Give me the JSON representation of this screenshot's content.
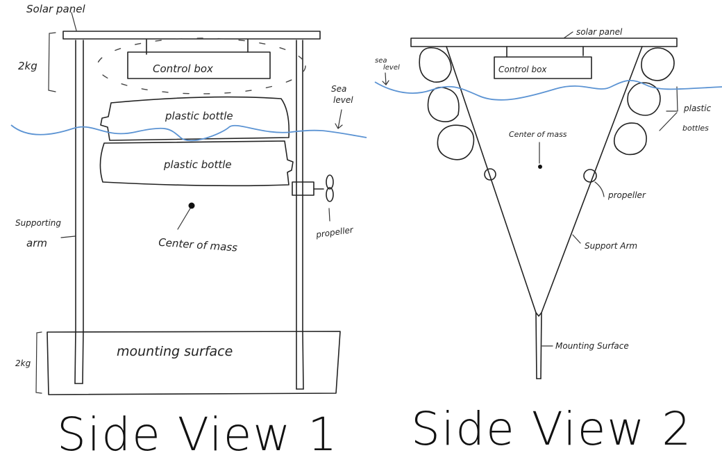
{
  "colors": {
    "ink": "#222222",
    "sea_level": "#5b93d3",
    "background": "#ffffff"
  },
  "side_view_1": {
    "title": "Side View 1",
    "labels": {
      "solar_panel": "Solar panel",
      "top_mass": "2kg",
      "control_box": "Control box",
      "bottle_top": "plastic bottle",
      "bottle_bottom": "plastic bottle",
      "sea_level_line1": "Sea",
      "sea_level_line2": "level",
      "propeller": "propeller",
      "supporting_arm_line1": "Supporting",
      "supporting_arm_line2": "arm",
      "center_of_mass": "Center of mass",
      "mounting_surface": "mounting surface",
      "bottom_mass": "2kg"
    }
  },
  "side_view_2": {
    "title": "Side View 2",
    "labels": {
      "solar_panel": "solar panel",
      "sea_level_line1": "sea",
      "sea_level_line2": "level",
      "control_box": "Control box",
      "plastic_bottles_line1": "plastic",
      "plastic_bottles_line2": "bottles",
      "center_of_mass": "Center of mass",
      "propeller": "propeller",
      "support_arm": "Support Arm",
      "mounting_surface": "Mounting Surface"
    }
  }
}
